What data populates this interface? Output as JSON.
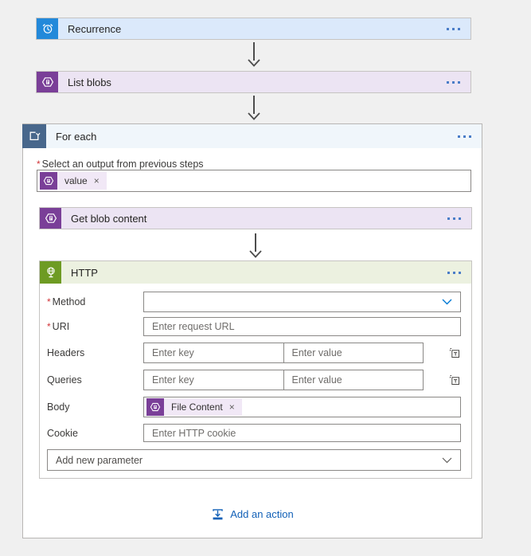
{
  "ui": {
    "required_marker": "*",
    "remove_glyph": "×"
  },
  "recurrence": {
    "title": "Recurrence"
  },
  "list_blobs": {
    "title": "List blobs"
  },
  "for_each": {
    "title": "For each",
    "output_label": "Select an output from previous steps",
    "token_label": "value"
  },
  "get_blob_content": {
    "title": "Get blob content"
  },
  "http": {
    "title": "HTTP",
    "method_label": "Method",
    "uri_label": "URI",
    "uri_placeholder": "Enter request URL",
    "headers_label": "Headers",
    "queries_label": "Queries",
    "key_placeholder": "Enter key",
    "value_placeholder": "Enter value",
    "body_label": "Body",
    "body_token_label": "File Content",
    "cookie_label": "Cookie",
    "cookie_placeholder": "Enter HTTP cookie",
    "add_parameter_placeholder": "Add new parameter"
  },
  "footer": {
    "add_action_label": "Add an action"
  },
  "colors": {
    "recurrence_icon": "#2389da",
    "recurrence_card_bg": "#dbe9fb",
    "blob_icon": "#7a3f98",
    "blob_card_bg": "#ece4f3",
    "foreach_icon": "#48678c",
    "foreach_header_bg": "#f0f6fb",
    "http_icon": "#6e9b23",
    "http_header_bg": "#ecf1e0",
    "ellipsis_blue": "#4a7dc8",
    "link_blue": "#1160b7",
    "required_red": "#d13438",
    "token_chip_bg": "#f1e8f6",
    "canvas_bg": "#f0f0f0"
  }
}
